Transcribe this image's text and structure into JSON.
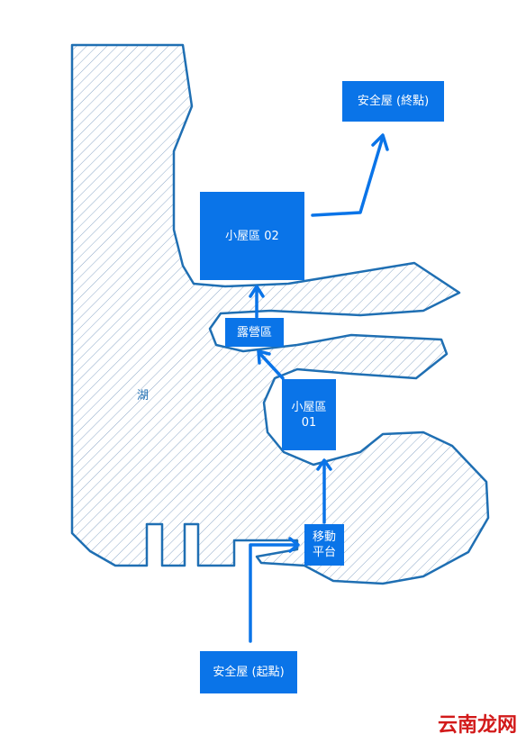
{
  "colors": {
    "box": "#0a74e8",
    "outline": "#1f6fb3",
    "hatch": "#8ea9c8",
    "watermark": "#d21a1a"
  },
  "map": {
    "lake_label": "湖",
    "safehouse_end": "安全屋 (終點)",
    "cabin_02": "小屋區 02",
    "camp": "露營區",
    "cabin_01_line1": "小屋區",
    "cabin_01_line2": "01",
    "moving_platform_line1": "移動",
    "moving_platform_line2": "平台",
    "safehouse_start": "安全屋 (起點)"
  },
  "watermark": "云南龙网"
}
